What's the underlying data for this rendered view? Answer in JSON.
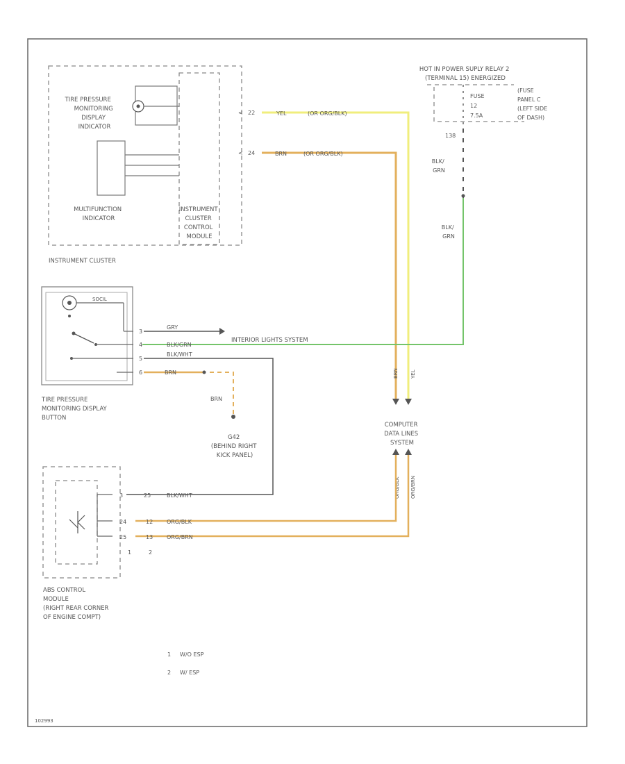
{
  "power": {
    "line1": "HOT IN POWER SUPLY RELAY 2",
    "line2": "(TERMINAL 15) ENERGIZED",
    "fuse_label": "FUSE",
    "fuse_num": "12",
    "fuse_amp": "7.5A",
    "fuse_panel_1": "(FUSE",
    "fuse_panel_2": "PANEL C",
    "fuse_panel_3": "(LEFT SIDE",
    "fuse_panel_4": "OF DASH)",
    "circuit": "138",
    "wire1_a": "BLK/",
    "wire1_b": "GRN",
    "wire2_a": "BLK/",
    "wire2_b": "GRN"
  },
  "cluster": {
    "tpms_1": "TIRE PRESSURE",
    "tpms_2": "MONITORING",
    "tpms_3": "DISPLAY",
    "tpms_4": "INDICATOR",
    "mfi_1": "MULTIFUNCTION",
    "mfi_2": "INDICATOR",
    "icm_1": "INSTRUMENT",
    "icm_2": "CLUSTER",
    "icm_3": "CONTROL",
    "icm_4": "MODULE",
    "name": "INSTRUMENT CLUSTER",
    "pin_top": "22",
    "pin_bottom": "24",
    "w1_color": "YEL",
    "w1_full": "(OR ORG/BLK)",
    "w2_color": "BRN",
    "w2_full": "(OR ORG/BLK)"
  },
  "button": {
    "lamp": "SOCIL",
    "pin1": "3",
    "pin2": "4",
    "pin3": "5",
    "pin4": "6",
    "w1": "GRY",
    "w2": "BLK/GRN",
    "w3": "BLK/WHT",
    "w4": "BRN",
    "interior": "INTERIOR LIGHTS SYSTEM",
    "ground_wire": "BRN",
    "name_1": "TIRE PRESSURE",
    "name_2": "MONITORING DISPLAY",
    "name_3": "BUTTON",
    "g_1": "G42",
    "g_2": "(BEHIND RIGHT",
    "g_3": "KICK PANEL)"
  },
  "connector": {
    "in_left": "BRN",
    "in_right": "YEL",
    "name_1": "COMPUTER",
    "name_2": "DATA LINES",
    "name_3": "SYSTEM",
    "out_left": "ORG/BLK",
    "out_right": "ORG/BRN"
  },
  "abs": {
    "pin1": "3",
    "pin2": "24",
    "pin3": "25",
    "p1_alt": "25",
    "p2_alt": "12",
    "p3_alt": "13",
    "w1": "BLK/WHT",
    "w2": "ORG/BLK",
    "w3": "ORG/BRN",
    "n1": "1",
    "n2": "2",
    "name_1": "ABS CONTROL",
    "name_2": "MODULE",
    "name_3": "(RIGHT REAR CORNER",
    "name_4": "OF ENGINE COMPT)"
  },
  "legend": {
    "n1": "1",
    "t1": "W/O ESP",
    "n2": "2",
    "t2": "W/ ESP"
  },
  "footer": {
    "code": "102993"
  },
  "colors": {
    "yellow_wire": "#f0ee7c",
    "orange_wire": "#e3b05c",
    "green_wire": "#74c46a",
    "dark_wire": "#555555",
    "border": "#666666"
  }
}
